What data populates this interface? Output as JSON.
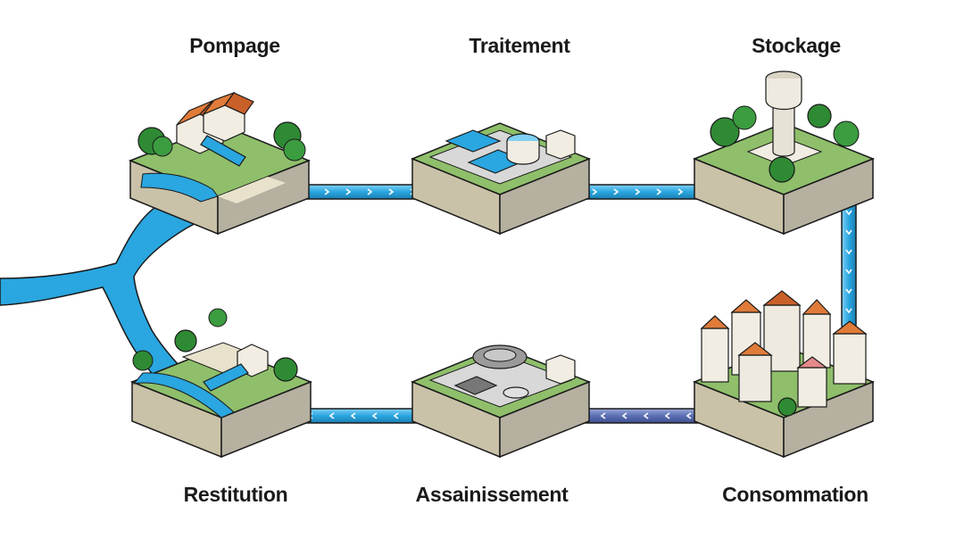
{
  "stages": {
    "pompage": "Pompage",
    "traitement": "Traitement",
    "stockage": "Stockage",
    "restitution": "Restitution",
    "assainissement": "Assainissement",
    "consommation": "Consommation"
  },
  "colors": {
    "pipe_clean": "#2aa6e0",
    "pipe_clean_light": "#7fd0f4",
    "pipe_used": "#5b6fb5",
    "pipe_used_light": "#9aa8da",
    "river": "#2aa6e0",
    "grass": "#8fbf6b",
    "soil": "#c9c2a8",
    "tile_side": "#b5b0a0",
    "tree": "#2f8a34",
    "roof": "#e07b39",
    "outline": "#1a1a1a"
  },
  "icons": {
    "pumping": "pumping-station-icon",
    "treatment": "treatment-plant-icon",
    "storage": "water-tower-icon",
    "restitution": "outfall-station-icon",
    "sanitation": "wastewater-plant-icon",
    "consumption": "town-icon"
  }
}
